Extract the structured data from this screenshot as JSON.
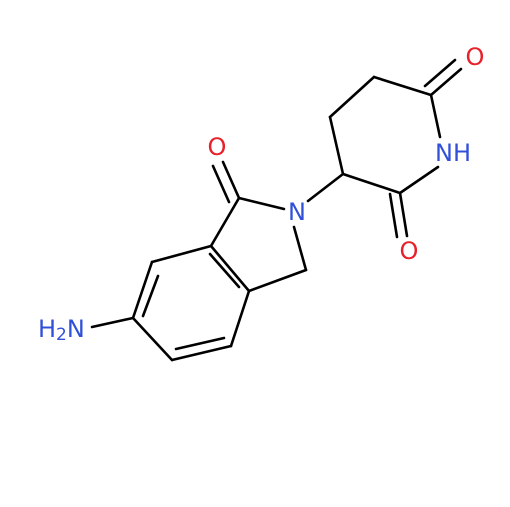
{
  "colors": {
    "oxygen": "#e8202a",
    "nitrogen": "#3050d8",
    "bond": "#000000",
    "background": "#ffffff"
  },
  "atoms": {
    "o_ketone_top": {
      "text": "O"
    },
    "o_imide_top": {
      "text": "O"
    },
    "o_imide_bottom": {
      "text": "O"
    },
    "n_lactam": {
      "text": "N"
    },
    "n_imide": {
      "text": "NH"
    },
    "amine": {
      "text": "H",
      "sub": "2",
      "tail": "N"
    }
  }
}
